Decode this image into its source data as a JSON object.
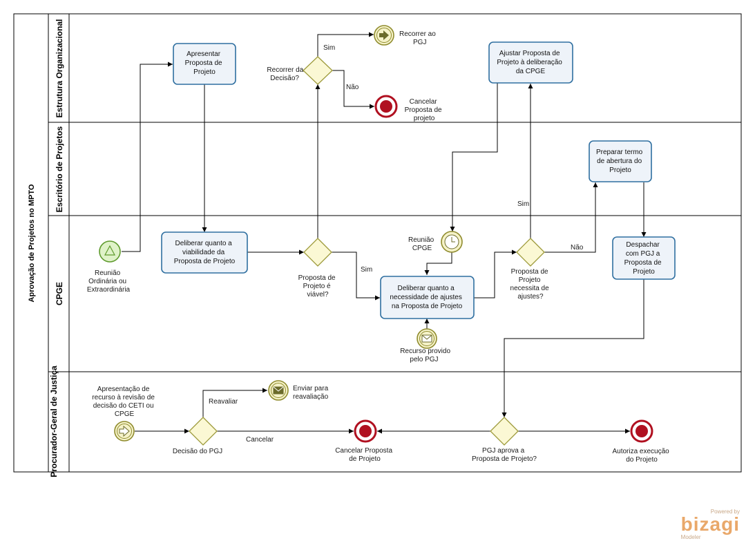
{
  "pool": {
    "title": "Aprovação de Projetos no MPTO"
  },
  "lanes": {
    "estrutura": "Estrutura Organizacional",
    "escritorio": "Escritório de Projetos",
    "cpge": "CPGE",
    "pgj": "Procurador-Geral de Justiça"
  },
  "tasks": {
    "apresentar": [
      "Apresentar",
      "Proposta de",
      "Projeto"
    ],
    "deliberar_viabilidade": [
      "Deliberar quanto a",
      "viabilidade da",
      "Proposta de Projeto"
    ],
    "deliberar_ajustes": [
      "Deliberar quanto a",
      "necessidade de ajustes",
      "na Proposta de Projeto"
    ],
    "ajustar": [
      "Ajustar Proposta de",
      "Projeto à deliberação",
      "da CPGE"
    ],
    "preparar": [
      "Preparar termo",
      "de abertura do",
      "Projeto"
    ],
    "despachar": [
      "Despachar",
      "com PGJ a",
      "Proposta de",
      "Projeto"
    ]
  },
  "gateways": {
    "recorrer": [
      "Recorrer da",
      "Decisão?"
    ],
    "viavel": [
      "Proposta de",
      "Projeto é",
      "viável?"
    ],
    "necessita": [
      "Proposta de",
      "Projeto",
      "necessita de",
      "ajustes?"
    ],
    "decisao_pgj": [
      "Decisão do PGJ"
    ],
    "pgj_aprova": [
      "PGJ aprova a",
      "Proposta de Projeto?"
    ]
  },
  "events": {
    "reuniao_start": [
      "Reunião",
      "Ordinária ou",
      "Extraordinária"
    ],
    "recorrer_pgj": [
      "Recorrer ao",
      "PGJ"
    ],
    "cancelar_1": [
      "Cancelar",
      "Proposta de",
      "projeto"
    ],
    "reuniao_cpge": [
      "Reunião",
      "CPGE"
    ],
    "recurso_provido": [
      "Recurso provido",
      "pelo PGJ"
    ],
    "apresentacao_recurso": [
      "Apresentação de",
      "recurso à revisão de",
      "decisão do CETI ou",
      "CPGE"
    ],
    "enviar_reavaliacao": [
      "Enviar para",
      "reavaliação"
    ],
    "cancelar_2": [
      "Cancelar Proposta",
      "de Projeto"
    ],
    "autoriza": [
      "Autoriza execução",
      "do Projeto"
    ]
  },
  "flows": {
    "sim_recorrer": "Sim",
    "nao_recorrer": "Não",
    "sim_viavel": "Sim",
    "sim_necessita": "Sim",
    "nao_necessita": "Não",
    "reavaliar": "Reavaliar",
    "cancelar": "Cancelar"
  },
  "logo": {
    "powered": "Powered by",
    "brand": "bizagi",
    "product": "Modeler"
  },
  "colors": {
    "task_border": "#2f6fa0",
    "task_fill": "#eef3f9",
    "gateway_fill": "#fbf8d4",
    "end_event": "#b01020",
    "event_ring": "#8f8b2d"
  }
}
